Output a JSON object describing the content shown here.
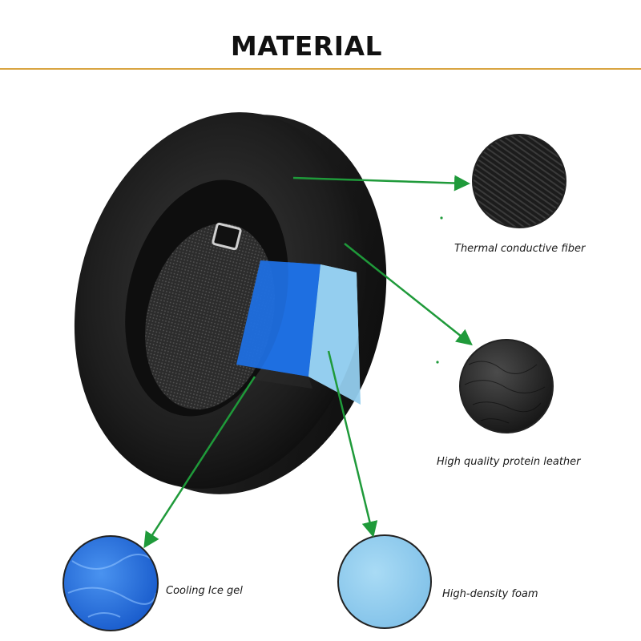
{
  "page": {
    "title": "MATERIAL"
  },
  "materials": [
    {
      "id": "fiber",
      "label": "Thermal conductive fiber"
    },
    {
      "id": "leather",
      "label": "High quality protein leather"
    },
    {
      "id": "gel",
      "label": "Cooling Ice gel"
    },
    {
      "id": "foam",
      "label": "High-density foam"
    }
  ],
  "colors": {
    "divider": "#d9a441",
    "pointer": "#1f9a3a",
    "gel_blue": "#1f6fe0",
    "foam_blue": "#93cdee",
    "pad_black": "#1b1b1b"
  }
}
